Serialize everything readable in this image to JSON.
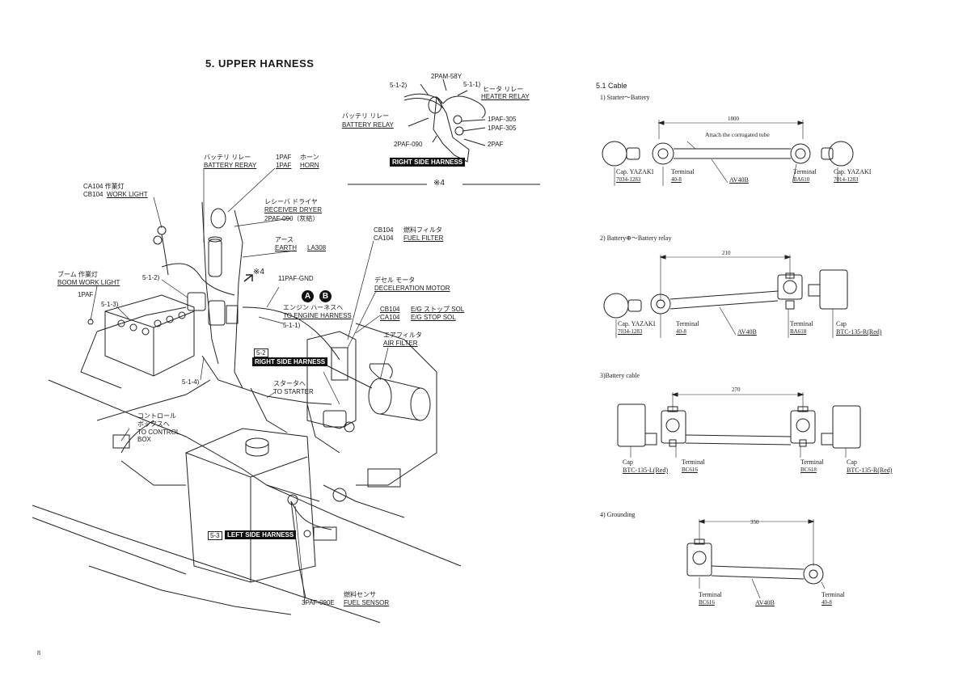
{
  "page": {
    "title": "5. UPPER HARNESS",
    "page_number": "8"
  },
  "inset": {
    "ref_512": "5-1-2)",
    "ref_511": "5-1-1)",
    "pam": "2PAM-58Y",
    "heater_jp": "ヒータ リレー",
    "heater_en": "HEATER RELAY",
    "battery_jp": "バッテリ リレー",
    "battery_en": "BATTERY RELAY",
    "p305a": "1PAF-305",
    "p305b": "1PAF-305",
    "p090": "2PAF-090",
    "p2paf": "2PAF",
    "harness": "RIGHT SIDE HARNESS",
    "note": "※4"
  },
  "main": {
    "battery_relay_jp": "バッテリ リレー",
    "battery_relay_en": "BATTERY RERAY",
    "horn_code": "1PAF",
    "horn_jp": "ホーン",
    "horn_code2": "1PAF",
    "horn_en": "HORN",
    "work_light_jp": "CA104 作業灯",
    "work_light_code": "CB104",
    "work_light_en": "WORK LIGHT",
    "receiver_jp": "レシーバ ドライヤ",
    "receiver_en": "RECEIVER DRYER",
    "receiver_code": "2PAF-090（灰結）",
    "earth_jp": "アース",
    "earth_en": "EARTH",
    "earth_code": "LA308",
    "note4": "※4",
    "gnd": "11PAF-GND",
    "fuel_filter_code": "CB104",
    "fuel_filter_jp": "燃料フィルタ",
    "fuel_filter_code2": "CA104",
    "fuel_filter_en": "FUEL FILTER",
    "decel_jp": "デセル モータ",
    "decel_en": "DECELERATION MOTOR",
    "boom_jp": "ブーム 作業灯",
    "boom_en": "BOOM WORK LIGHT",
    "p1paf": "1PAF",
    "r512": "5-1-2)",
    "r513": "5-1-3)",
    "r511": "5-1-1)",
    "r514": "5-1-4)",
    "circle_a": "A",
    "circle_b": "B",
    "engine_jp": "エンジン ハーネスへ",
    "engine_en": "TO ENGINE HARNESS",
    "stop_code1": "CB104",
    "stop_jp": "E/G ストップ SOL",
    "stop_code2": "CA104",
    "stop_en": "E/G STOP SOL",
    "air_jp": "エアフィルタ",
    "air_en": "AIR FILTER",
    "rsh_num": "5-2",
    "rsh": "RIGHT SIDE HARNESS",
    "starter_jp": "スタータへ",
    "starter_en": "TO STARTER",
    "ctrl_jp1": "コントロール",
    "ctrl_jp2": "ボックスへ",
    "ctrl_en1": "TO CONTROL",
    "ctrl_en2": "BOX",
    "lsh_num": "5-3",
    "lsh": "LEFT SIDE HARNESS",
    "fuel_sensor_jp": "燃料センサ",
    "fuel_sensor_code": "3PAF-090E",
    "fuel_sensor_en": "FUEL SENSOR"
  },
  "cable": {
    "heading": "5.1  Cable",
    "d1": {
      "title": "1) Starter～Battery",
      "length": "1800",
      "tube_note": "Attach the corrugated tube",
      "cap_left": "Cap. YAZAKI",
      "cap_left_code": "7034-1283",
      "term_left": "Terminal",
      "term_left_code": "40-8",
      "wire": "AV40B",
      "term_right": "Terminal",
      "term_right_code": "BA610",
      "cap_right": "Cap. YAZAKI",
      "cap_right_code": "7014-1283"
    },
    "d2": {
      "title": "2) Battery⊕～Battery relay",
      "length": "210",
      "cap_left": "Cap. YAZAKI",
      "cap_left_code": "7034-1283",
      "term_left": "Terminal",
      "term_left_code": "40-8",
      "wire": "AV40B",
      "term_right": "Terminal",
      "term_right_code": "BA618",
      "cap_right": "Cap",
      "cap_right_code": "BTC-135-R(Red)"
    },
    "d3": {
      "title": "3)Battery cable",
      "length": "270",
      "cap_left": "Cap",
      "cap_left_code": "BTC-135-L(Red)",
      "term_left": "Terminal",
      "term_left_code": "BC616",
      "term_right": "Terminal",
      "term_right_code": "BC618",
      "cap_right": "Cap",
      "cap_right_code": "BTC-135-R(Red)"
    },
    "d4": {
      "title": "4) Grounding",
      "length": "350",
      "term_left": "Terminal",
      "term_left_code": "BC616",
      "wire": "AV40B",
      "term_right": "Terminal",
      "term_right_code": "40-8"
    }
  }
}
